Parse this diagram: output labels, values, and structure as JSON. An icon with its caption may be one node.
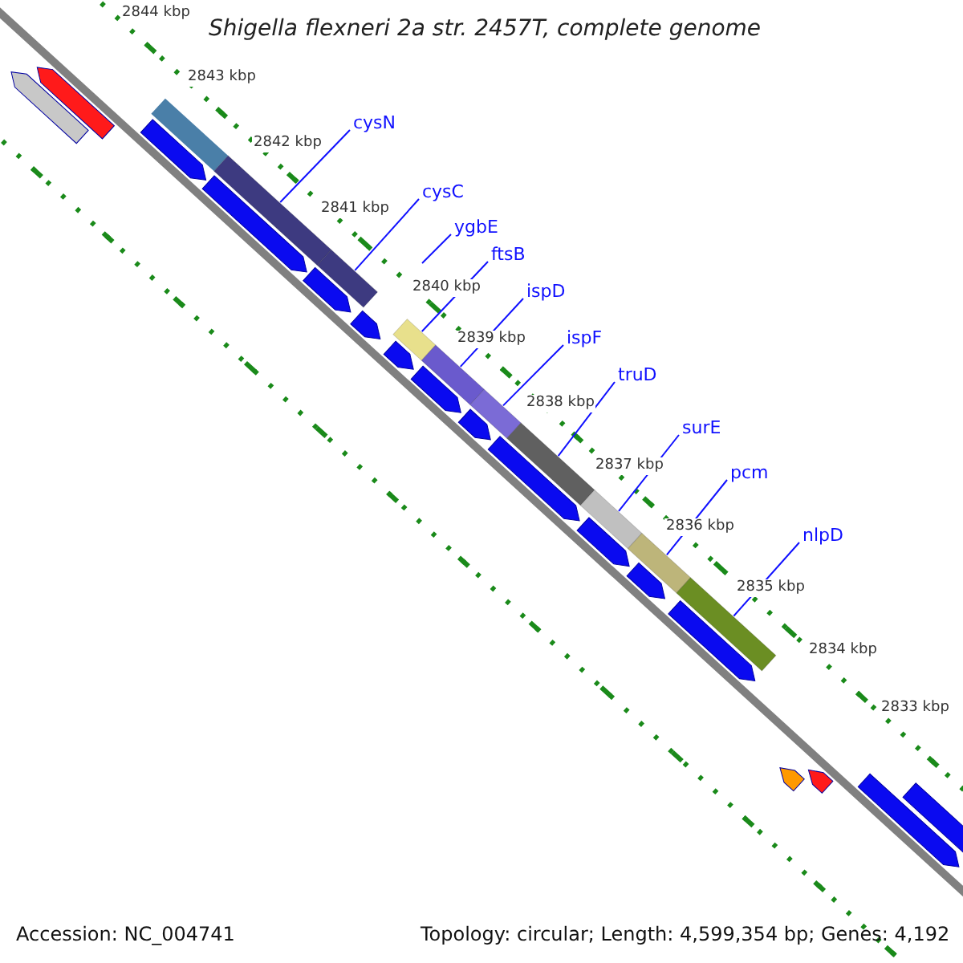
{
  "diagram": {
    "title": "Shigella flexneri 2a str. 2457T, complete genome",
    "nodes": [
      {
        "text": [
          "cysN"
        ]
      },
      {
        "text": [
          "cysC"
        ]
      },
      {
        "text": [
          "ygbE"
        ]
      },
      {
        "text": [
          "ftsB"
        ]
      },
      {
        "text": [
          "ispD"
        ]
      },
      {
        "text": [
          "ispF"
        ]
      },
      {
        "text": [
          "truD"
        ]
      },
      {
        "text": [
          "surE"
        ]
      },
      {
        "text": [
          "pcm"
        ]
      },
      {
        "text": [
          "nlpD"
        ]
      },
      {
        "text": [],
        "shape": "bar"
      },
      {
        "text": [],
        "shape": "bar"
      },
      {
        "text": [],
        "shape": "bar"
      },
      {
        "text": [],
        "shape": "bar"
      },
      {
        "text": [],
        "shape": "bar"
      },
      {
        "text": [],
        "shape": "bar"
      },
      {
        "text": [],
        "shape": "bar"
      },
      {
        "text": [],
        "shape": "bar"
      },
      {
        "text": [],
        "shape": "bar"
      }
    ],
    "edges": [
      {
        "from": 0,
        "to": 10,
        "arrow": "none"
      },
      {
        "from": 1,
        "to": 11,
        "arrow": "none"
      },
      {
        "from": 2,
        "to": null,
        "arrow": "none"
      },
      {
        "from": 3,
        "to": 12,
        "arrow": "none"
      },
      {
        "from": 4,
        "to": 13,
        "arrow": "none"
      },
      {
        "from": 5,
        "to": 14,
        "arrow": "none"
      },
      {
        "from": 6,
        "to": 15,
        "arrow": "none"
      },
      {
        "from": 7,
        "to": 16,
        "arrow": "none"
      },
      {
        "from": 8,
        "to": 17,
        "arrow": "none"
      },
      {
        "from": 9,
        "to": 18,
        "arrow": "none"
      }
    ],
    "labels": [
      "2844 kbp",
      "2843 kbp",
      "2842 kbp",
      "2841 kbp",
      "2840 kbp",
      "2839 kbp",
      "2838 kbp",
      "2837 kbp",
      "2836 kbp",
      "2835 kbp",
      "2834 kbp",
      "2833 kbp",
      "Accession: NC_004741",
      "Topology: circular; Length: 4,599,354 bp; Genes: 4,192"
    ]
  }
}
